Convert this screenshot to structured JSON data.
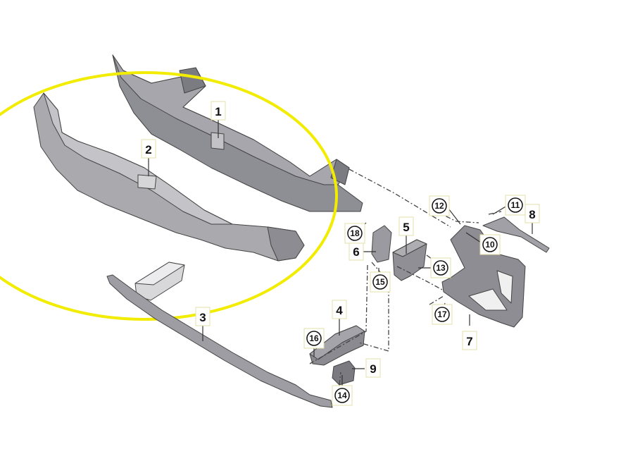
{
  "diagram": {
    "highlight_color": "#f2ec00",
    "highlight_label_bg": "#f7e88a",
    "part_colors": {
      "light": "#b9b9bd",
      "mid": "#9a9aa0",
      "dark": "#6f6f76",
      "foam": "#dcdcdc"
    },
    "callouts": [
      {
        "id": "1",
        "text": "1",
        "style": "plain"
      },
      {
        "id": "2",
        "text": "2",
        "style": "highlighted"
      },
      {
        "id": "3",
        "text": "3",
        "style": "plain"
      },
      {
        "id": "4",
        "text": "4",
        "style": "plain"
      },
      {
        "id": "5",
        "text": "5",
        "style": "plain"
      },
      {
        "id": "6",
        "text": "6",
        "style": "plain"
      },
      {
        "id": "7",
        "text": "7",
        "style": "plain"
      },
      {
        "id": "8",
        "text": "8",
        "style": "plain"
      },
      {
        "id": "9",
        "text": "9",
        "style": "plain"
      },
      {
        "id": "10",
        "text": "10",
        "style": "circled"
      },
      {
        "id": "11",
        "text": "11",
        "style": "circled"
      },
      {
        "id": "12",
        "text": "12",
        "style": "circled"
      },
      {
        "id": "13",
        "text": "13",
        "style": "circled"
      },
      {
        "id": "14",
        "text": "14",
        "style": "circled"
      },
      {
        "id": "15",
        "text": "15",
        "style": "circled"
      },
      {
        "id": "16",
        "text": "16",
        "style": "circled"
      },
      {
        "id": "17",
        "text": "17",
        "style": "circled"
      },
      {
        "id": "18",
        "text": "18",
        "style": "circled"
      }
    ]
  }
}
